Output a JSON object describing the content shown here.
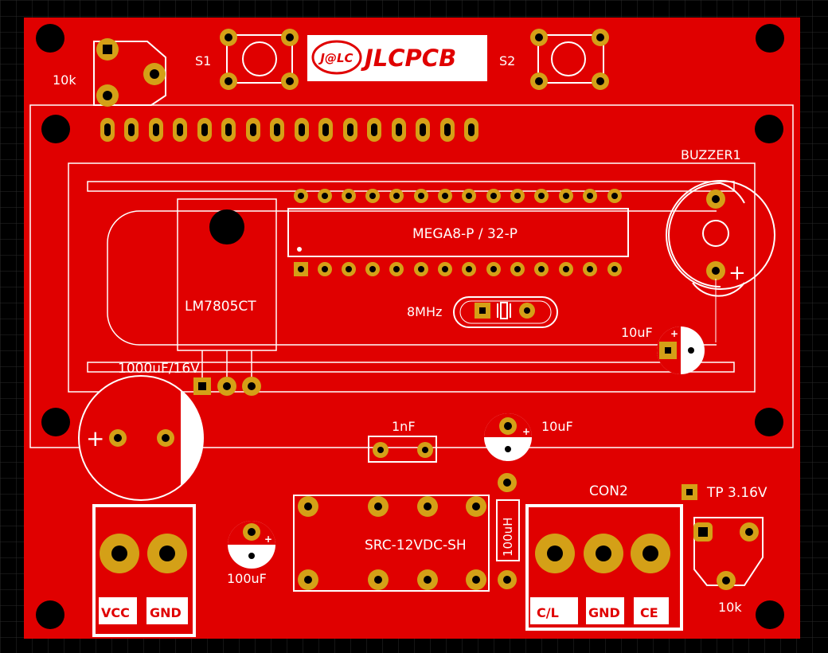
{
  "board": {
    "colors": {
      "background": "#000000",
      "grid": "#2a2a2a",
      "board": "#e00000",
      "copper": "#d4a017",
      "silkscreen": "#ffffff"
    },
    "logo": {
      "mark": "J@LC",
      "text": "JLCPCB"
    }
  },
  "labels": {
    "pot_top": "10k",
    "s1": "S1",
    "s2": "S2",
    "buzzer": "BUZZER1",
    "mcu": "MEGA8-P / 32-P",
    "regulator": "LM7805CT",
    "crystal": "8MHz",
    "cap_10uf_a": "10uF",
    "cap_1000uf": "1000uF/16V",
    "cap_1nf": "1nF",
    "cap_10uf_b": "10uF",
    "con2": "CON2",
    "tp": "TP 3.16V",
    "cap_100uf": "100uF",
    "relay": "SRC-12VDC-SH",
    "inductor": "100uH",
    "pot_bottom": "10k",
    "plus": "+"
  },
  "terminals": {
    "power": [
      "VCC",
      "GND"
    ],
    "con2": [
      "C/L",
      "GND",
      "CE"
    ]
  }
}
